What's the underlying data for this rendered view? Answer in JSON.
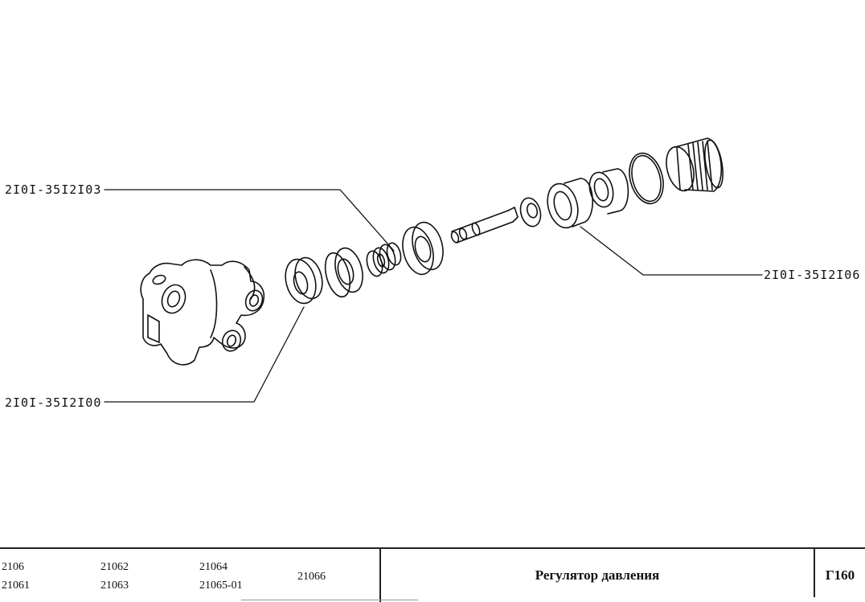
{
  "drawing": {
    "title": "Регулятор давления",
    "sheet_code": "Г160",
    "callouts": [
      {
        "id": "callout-top-left",
        "part_number": "2I0I-35I2I03",
        "target": "spring"
      },
      {
        "id": "callout-right",
        "part_number": "2I0I-35I2I06",
        "target": "bushing"
      },
      {
        "id": "callout-bottom-left",
        "part_number": "2I0I-35I2I00",
        "target": "regulator-assembly"
      }
    ],
    "parts_depicted": [
      "regulator-body",
      "seal-ring",
      "cup-seal",
      "spring",
      "washer",
      "piston",
      "bushing",
      "sleeve",
      "o-ring",
      "threaded-plug"
    ]
  },
  "footer": {
    "models": [
      [
        "2106",
        "21061"
      ],
      [
        "21062",
        "21063"
      ],
      [
        "21064",
        "21065-01"
      ],
      [
        "21066"
      ]
    ],
    "title": "Регулятор давления",
    "sheet_code": "Г160"
  }
}
